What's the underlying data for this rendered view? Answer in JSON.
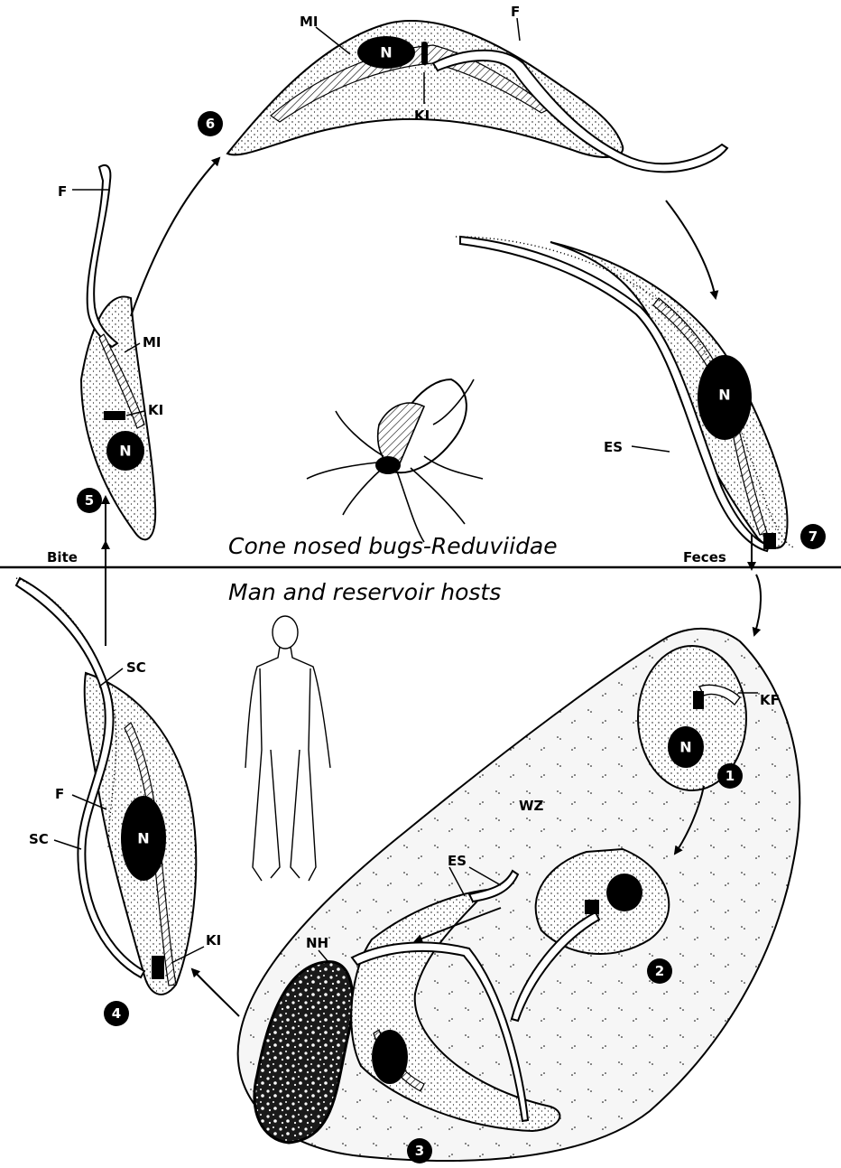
{
  "headers": {
    "vector": "Cone nosed bugs-Reduviidae",
    "host": "Man and reservoir hosts"
  },
  "transitions": {
    "bite": "Bite",
    "feces": "Feces"
  },
  "stages": [
    "1",
    "2",
    "3",
    "4",
    "5",
    "6",
    "7"
  ],
  "labels": {
    "N": "N",
    "F": "F",
    "MI": "MI",
    "KI": "KI",
    "ES": "ES",
    "SC": "SC",
    "KF": "KF",
    "NH": "NH",
    "WZ": "WZ"
  },
  "colors": {
    "ink": "#000000",
    "paper": "#ffffff"
  }
}
